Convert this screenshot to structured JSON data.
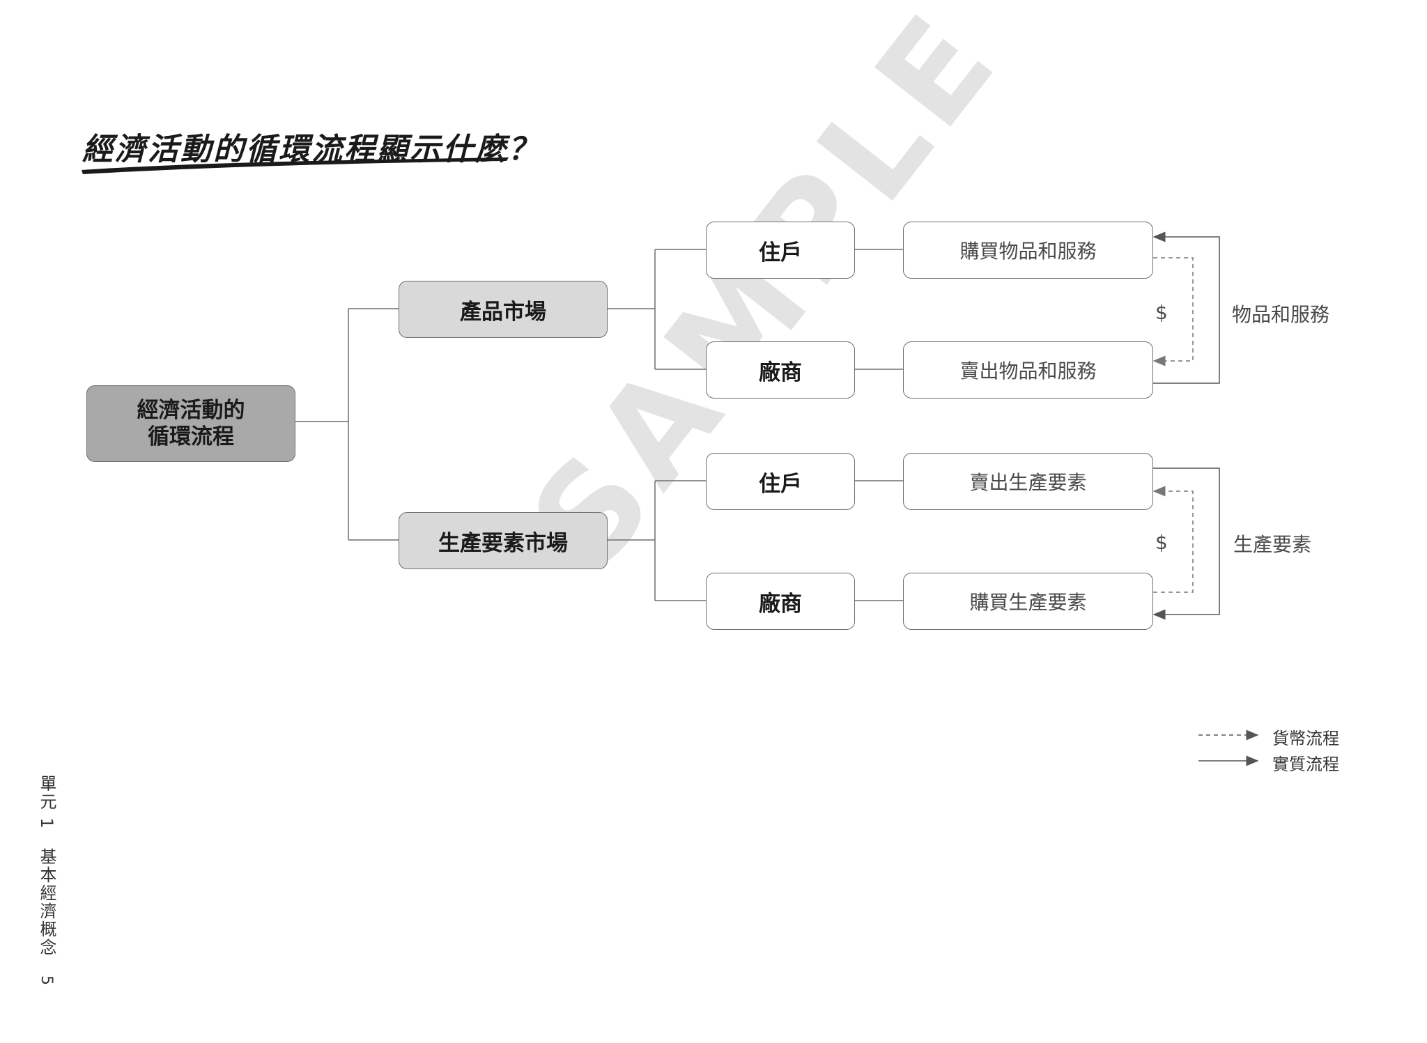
{
  "title": "經濟活動的循環流程顯示什麼？",
  "root": {
    "line1": "經濟活動的",
    "line2": "循環流程"
  },
  "product_market": {
    "label": "產品市場",
    "household": "住戶",
    "household_action": "購買物品和服務",
    "firm": "廠商",
    "firm_action": "賣出物品和服務",
    "money_symbol": "$",
    "flow_label": "物品和服務"
  },
  "factor_market": {
    "label": "生產要素市場",
    "household": "住戶",
    "household_action": "賣出生產要素",
    "firm": "廠商",
    "firm_action": "購買生產要素",
    "money_symbol": "$",
    "flow_label": "生產要素"
  },
  "legend": {
    "money_flow": "貨幣流程",
    "real_flow": "實質流程"
  },
  "footer": {
    "unit_text": "單元 1　基本經濟概念",
    "page_number": "5"
  },
  "watermark": "SAMPLE",
  "colors": {
    "root_fill": "#a9a9a9",
    "market_fill": "#d9d9d9",
    "line": "#6e6e6e"
  }
}
